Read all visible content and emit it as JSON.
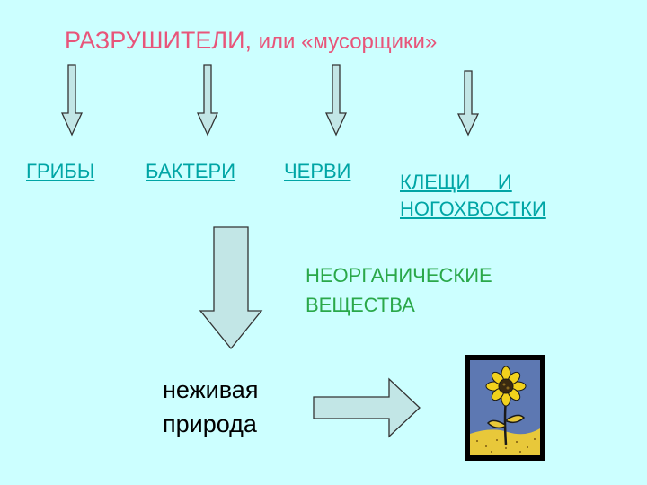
{
  "title": {
    "main": "РАЗРУШИТЕЛИ,",
    "sub": "или «мусорщики»"
  },
  "decomposers": [
    {
      "label": "ГРИБЫ"
    },
    {
      "label": "БАКТЕРИ"
    },
    {
      "label": "ЧЕРВИ"
    },
    {
      "label_line1": "КЛЕЩИ     И",
      "label_line2": "НОГОХВОСТКИ"
    }
  ],
  "product": {
    "line1": "НЕОРГАНИЧЕСКИЕ",
    "line2": "ВЕЩЕСТВА"
  },
  "destination": {
    "line1": "неживая",
    "line2": "природа"
  },
  "colors": {
    "background": "#ccffff",
    "title": "#e8557a",
    "link": "#00a5a5",
    "green_text": "#2aa84a",
    "arrow_fill": "#c2e6e6",
    "picture_frame": "#000000",
    "picture_sky": "#5d78b2",
    "picture_ground": "#e8c83a",
    "flower_petal": "#f2d21c",
    "flower_stem": "#1a1a1a"
  },
  "icons": [
    "down-arrow-icon",
    "right-arrow-icon",
    "sunflower-picture"
  ]
}
